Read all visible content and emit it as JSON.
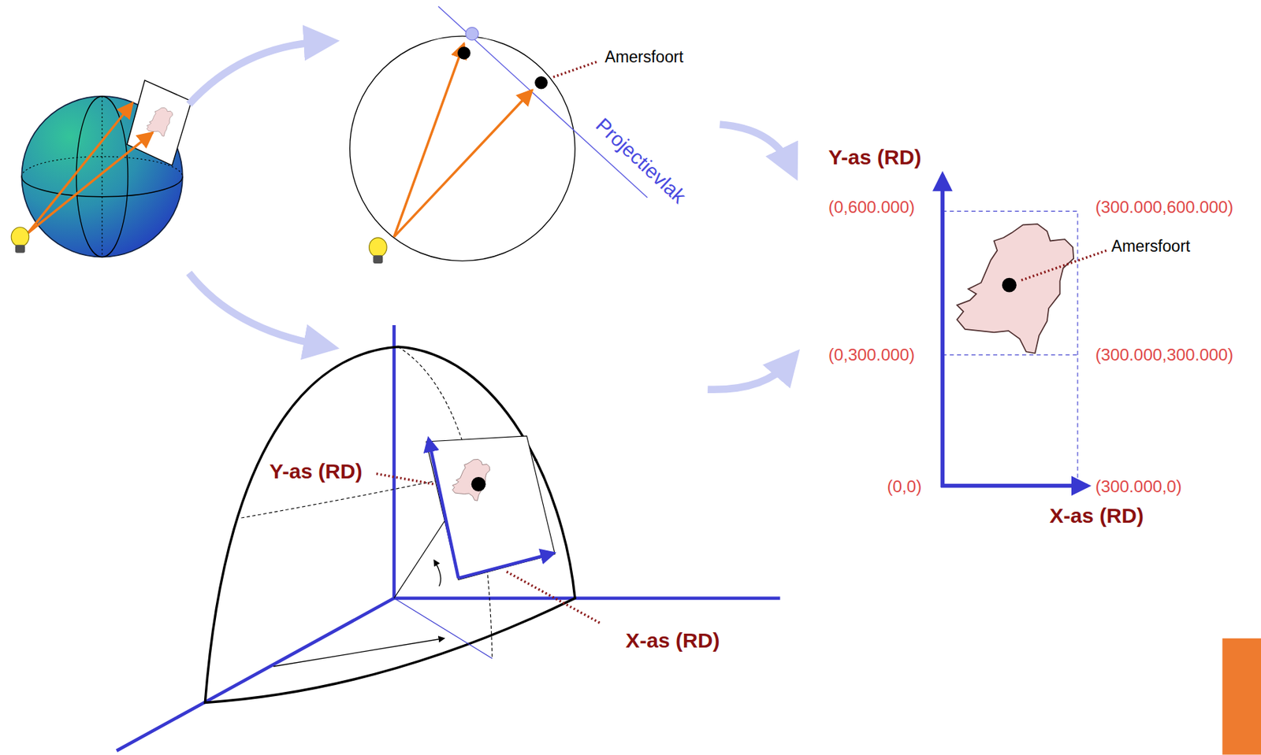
{
  "diagram": {
    "labels": [
      "Amersfoort",
      "Projectievlak",
      "Y-as (RD)",
      "(0,600.000)",
      "(300.000,600.000)",
      "Amersfoort",
      "(0,300.000)",
      "(300.000,300.000)",
      "Y-as (RD)",
      "(0,0)",
      "(300.000,0)",
      "X-as (RD)",
      "X-as (RD)"
    ]
  }
}
